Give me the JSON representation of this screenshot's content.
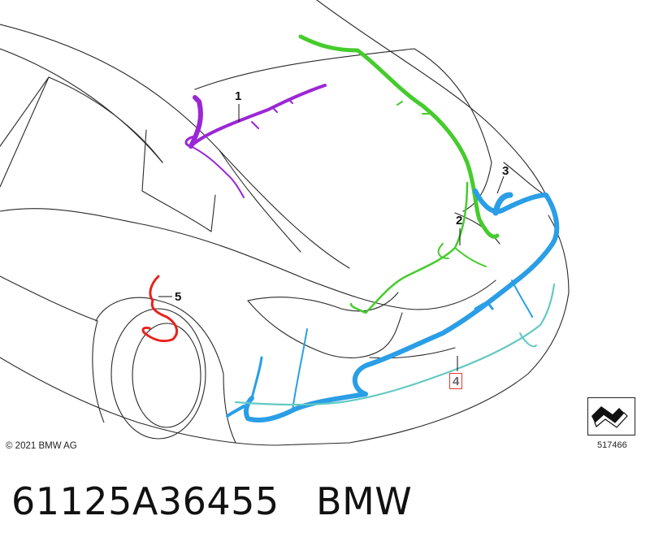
{
  "diagram": {
    "callouts": [
      {
        "id": "1",
        "label": "1"
      },
      {
        "id": "2",
        "label": "2"
      },
      {
        "id": "3",
        "label": "3"
      },
      {
        "id": "4",
        "label": "4",
        "highlighted": true
      },
      {
        "id": "5",
        "label": "5"
      }
    ],
    "harness_colors": {
      "1": "#9b27d6",
      "2": "#45cc2c",
      "3": "#2a9ee6",
      "4": "#62c9c2",
      "5": "#e8231c"
    },
    "highlight_color": "#e53935",
    "copyright": "© 2021 BMW AG",
    "reference_number": "517466",
    "reference_icon": "folded-sheet-icon"
  },
  "footer": {
    "part_number": "61125A36455",
    "brand": "BMW"
  }
}
